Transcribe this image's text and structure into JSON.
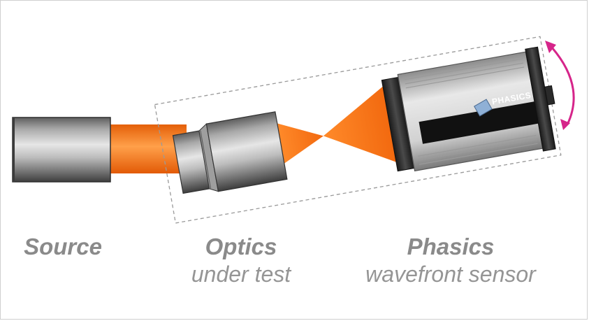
{
  "labels": {
    "source": {
      "title": "Source"
    },
    "optics": {
      "title": "Optics",
      "subtitle": "under test"
    },
    "sensor": {
      "title": "Phasics",
      "subtitle": "wavefront sensor"
    }
  },
  "sensor_brand": "PHASICS",
  "colors": {
    "beam": "#f77a17",
    "rotate_arrow": "#d6258a",
    "dashed_box": "#9a9a9a",
    "label_text": "#8a8a8a"
  },
  "icons": {
    "rotation": "curved-double-arrow-icon"
  }
}
